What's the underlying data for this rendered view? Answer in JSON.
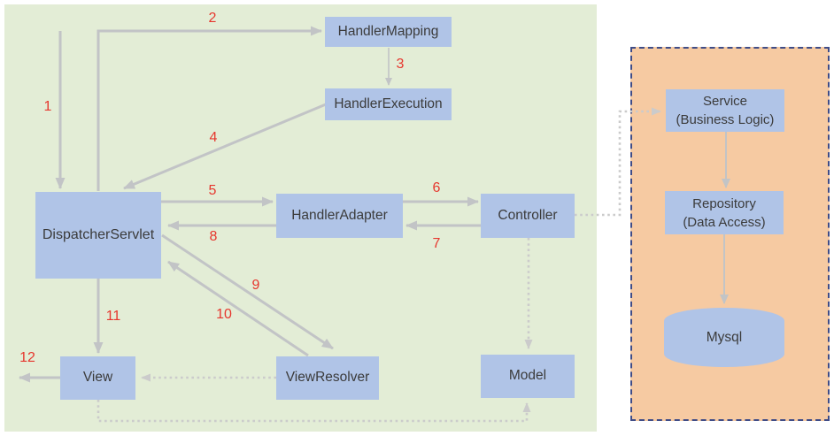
{
  "diagram": {
    "nodes": {
      "handler_mapping": {
        "label": "HandlerMapping"
      },
      "handler_execution": {
        "label": "HandlerExecution"
      },
      "dispatcher_servlet": {
        "label": "DispatcherServlet"
      },
      "handler_adapter": {
        "label": "HandlerAdapter"
      },
      "controller": {
        "label": "Controller"
      },
      "view": {
        "label": "View"
      },
      "view_resolver": {
        "label": "ViewResolver"
      },
      "model": {
        "label": "Model"
      },
      "service": {
        "label": "Service",
        "sublabel": "(Business Logic)"
      },
      "repository": {
        "label": "Repository",
        "sublabel": "(Data Access)"
      },
      "mysql": {
        "label": "Mysql"
      }
    },
    "steps": {
      "s1": "1",
      "s2": "2",
      "s3": "3",
      "s4": "4",
      "s5": "5",
      "s6": "6",
      "s7": "7",
      "s8": "8",
      "s9": "9",
      "s10": "10",
      "s11": "11",
      "s12": "12"
    },
    "edges": [
      {
        "step": "1",
        "from": "external",
        "to": "dispatcher_servlet",
        "style": "solid"
      },
      {
        "step": "2",
        "from": "dispatcher_servlet",
        "to": "handler_mapping",
        "style": "solid"
      },
      {
        "step": "3",
        "from": "handler_mapping",
        "to": "handler_execution",
        "style": "solid"
      },
      {
        "step": "4",
        "from": "handler_execution",
        "to": "dispatcher_servlet",
        "style": "solid"
      },
      {
        "step": "5",
        "from": "dispatcher_servlet",
        "to": "handler_adapter",
        "style": "solid"
      },
      {
        "step": "6",
        "from": "handler_adapter",
        "to": "controller",
        "style": "solid"
      },
      {
        "step": "7",
        "from": "controller",
        "to": "handler_adapter",
        "style": "solid"
      },
      {
        "step": "8",
        "from": "handler_adapter",
        "to": "dispatcher_servlet",
        "style": "solid"
      },
      {
        "step": "9",
        "from": "dispatcher_servlet",
        "to": "view_resolver",
        "style": "solid"
      },
      {
        "step": "10",
        "from": "view_resolver",
        "to": "dispatcher_servlet",
        "style": "solid"
      },
      {
        "step": "11",
        "from": "dispatcher_servlet",
        "to": "view",
        "style": "solid"
      },
      {
        "step": "12",
        "from": "view",
        "to": "external",
        "style": "solid"
      },
      {
        "step": "",
        "from": "controller",
        "to": "service",
        "style": "dotted"
      },
      {
        "step": "",
        "from": "controller",
        "to": "model",
        "style": "dotted"
      },
      {
        "step": "",
        "from": "view_resolver",
        "to": "view",
        "style": "dotted"
      },
      {
        "step": "",
        "from": "view",
        "to": "model",
        "style": "dotted"
      },
      {
        "step": "",
        "from": "service",
        "to": "repository",
        "style": "solid"
      },
      {
        "step": "",
        "from": "repository",
        "to": "mysql",
        "style": "solid"
      }
    ],
    "colors": {
      "page_background": "#ffffff",
      "mvc_region": "#e3edd6",
      "backend_region": "#f6caa2",
      "backend_border": "#3f4c87",
      "node_fill": "#b0c4e7",
      "node_text": "#3b3b3b",
      "arrow": "#c2c4c6",
      "dotted_arrow": "#cbcbcb",
      "step_number": "#e6372e"
    }
  }
}
